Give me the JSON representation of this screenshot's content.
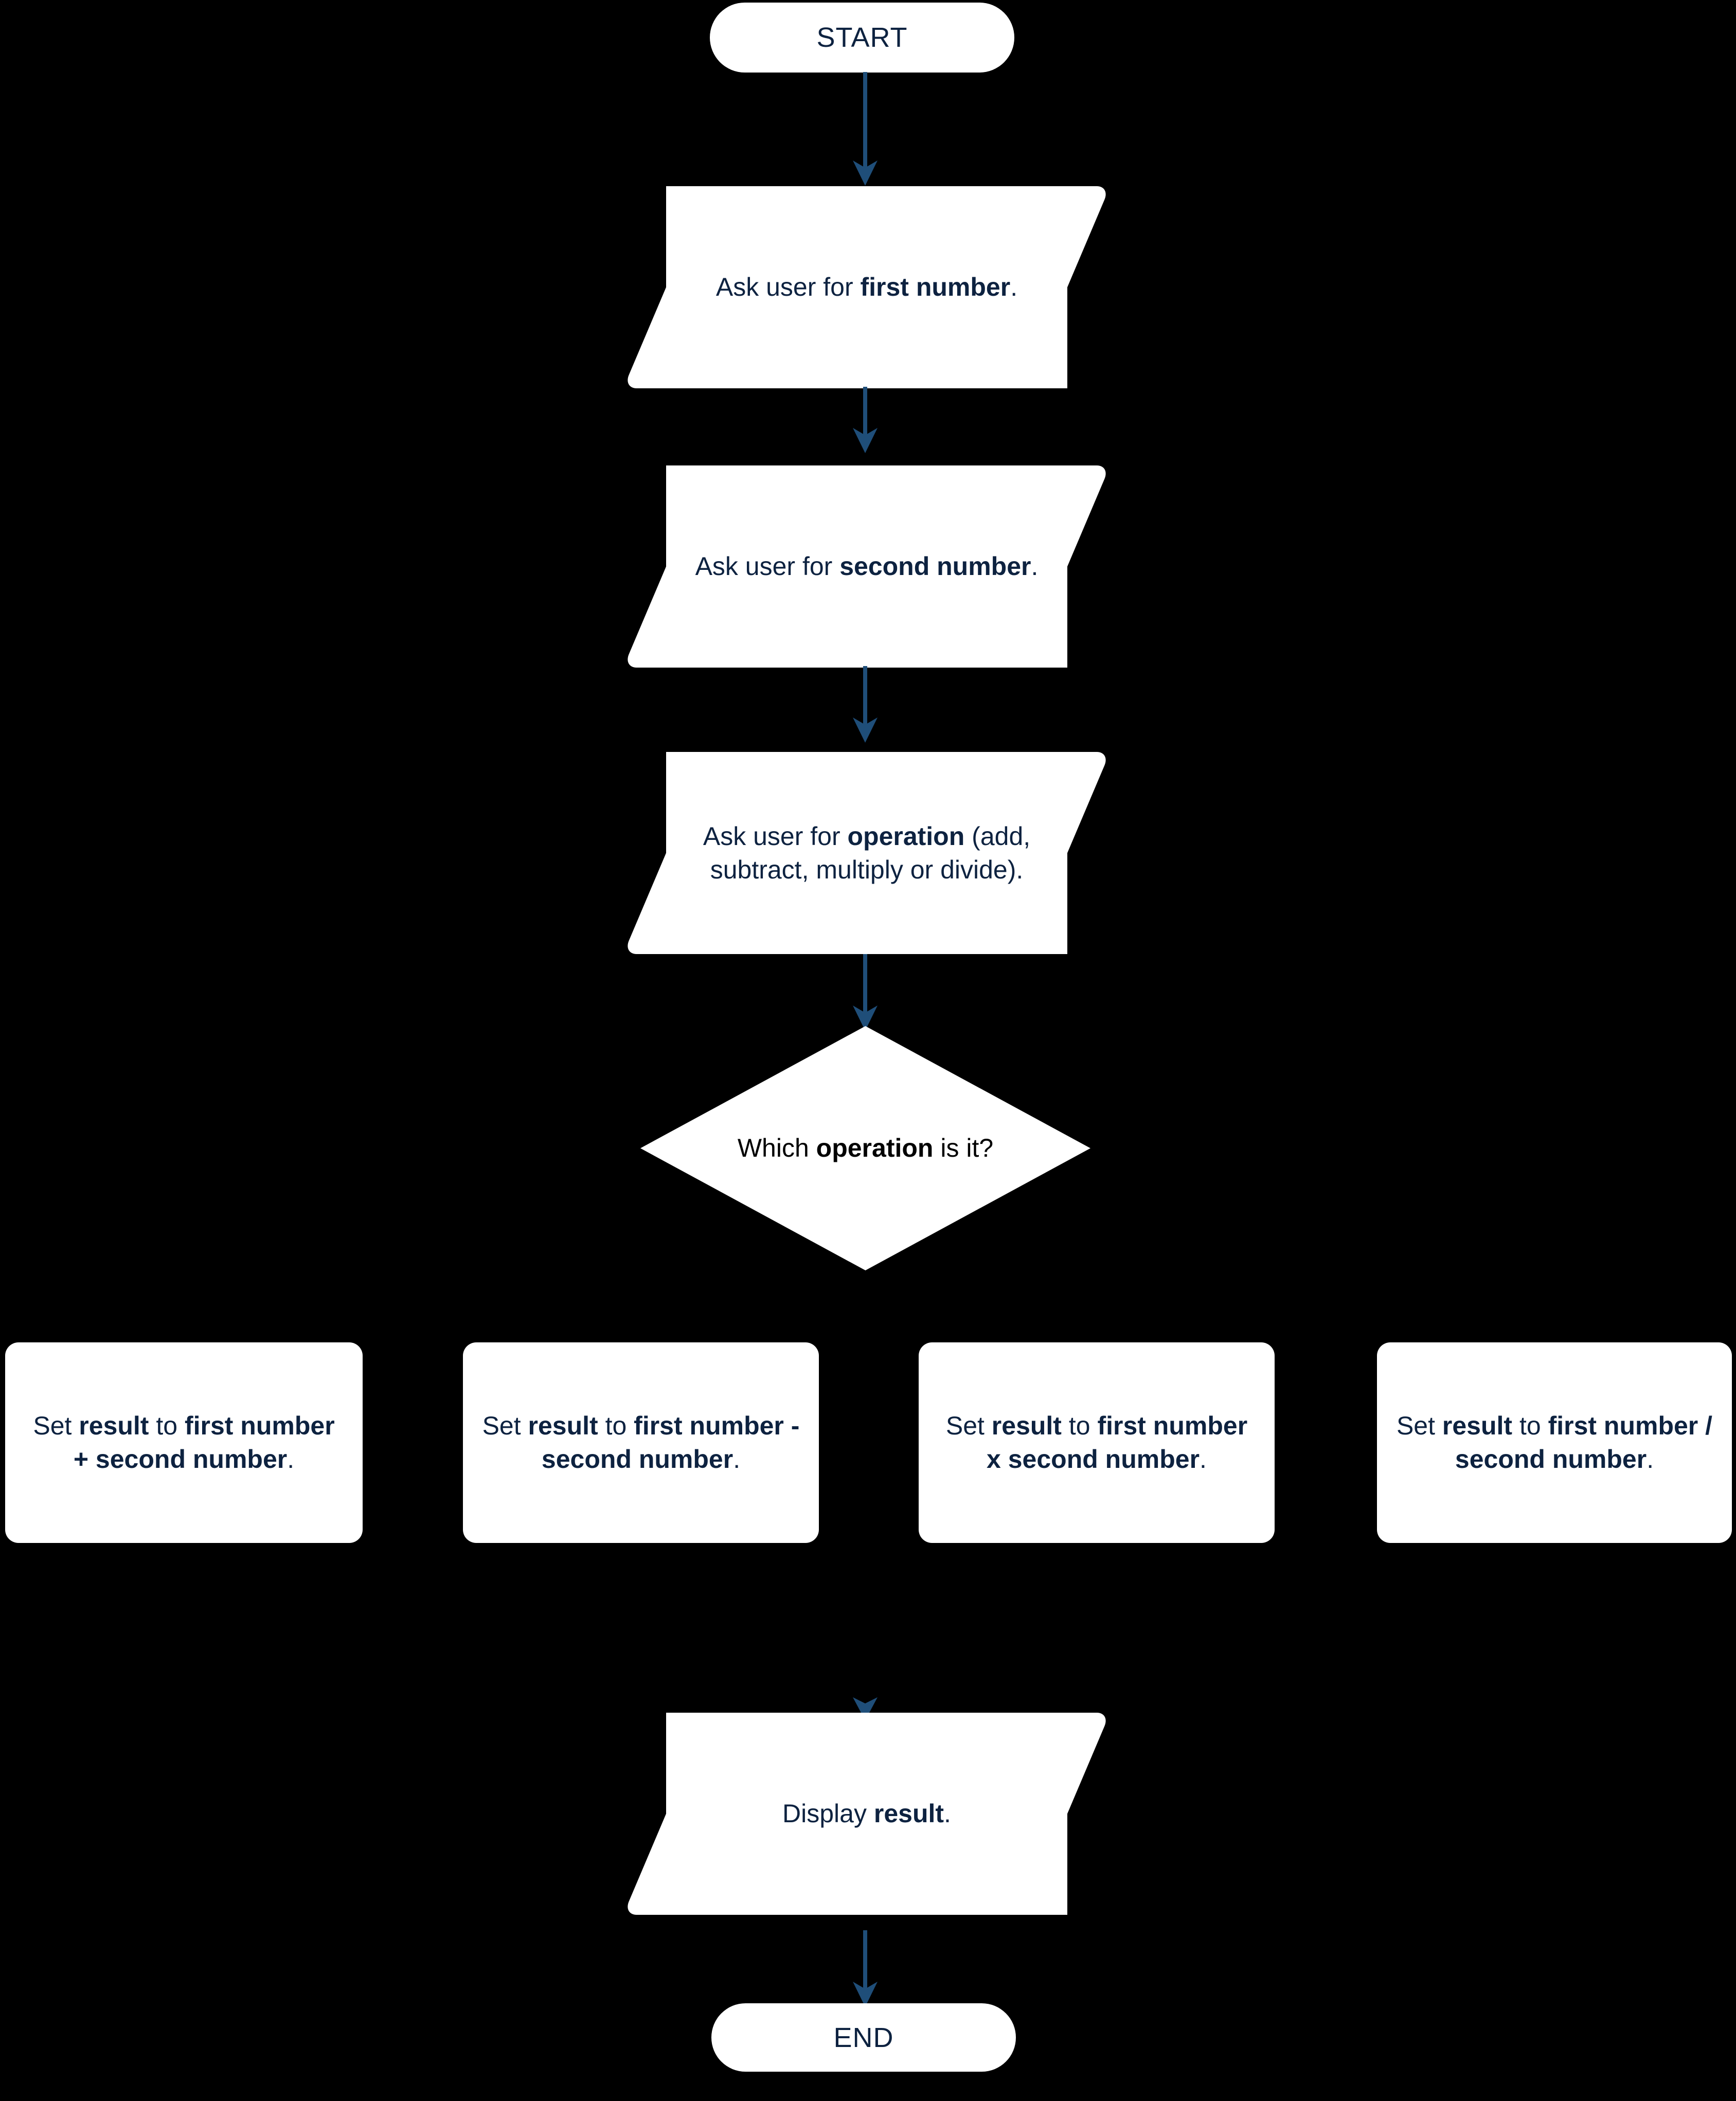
{
  "diagram": {
    "title": "Calculator program flowchart",
    "background_color": "#000000",
    "shape_fill": "#ffffff",
    "text_color": "#0d2240",
    "decision_text_color": "#000000",
    "connector_color": "#1f4e79"
  },
  "nodes": {
    "start": {
      "label": "START",
      "shape": "terminator"
    },
    "input_first": {
      "shape": "input-output",
      "segments": [
        {
          "text": "Ask user for ",
          "bold": false
        },
        {
          "text": "first number",
          "bold": true
        },
        {
          "text": ".",
          "bold": false
        }
      ],
      "plain": "Ask user for first number."
    },
    "input_second": {
      "shape": "input-output",
      "segments": [
        {
          "text": "Ask user for ",
          "bold": false
        },
        {
          "text": "second number",
          "bold": true
        },
        {
          "text": ".",
          "bold": false
        }
      ],
      "plain": "Ask user for second number."
    },
    "input_operation": {
      "shape": "input-output",
      "segments": [
        {
          "text": "Ask user for ",
          "bold": false
        },
        {
          "text": "operation",
          "bold": true
        },
        {
          "text": " (add, subtract, multiply or divide).",
          "bold": false
        }
      ],
      "plain": "Ask user for operation (add, subtract, multiply or divide)."
    },
    "decision": {
      "shape": "decision",
      "segments": [
        {
          "text": "Which ",
          "bold": false
        },
        {
          "text": "operation",
          "bold": true
        },
        {
          "text": " is it?",
          "bold": false
        }
      ],
      "plain": "Which operation is it?"
    },
    "process_add": {
      "shape": "process",
      "segments": [
        {
          "text": "Set ",
          "bold": false
        },
        {
          "text": "result",
          "bold": true
        },
        {
          "text": " to ",
          "bold": false
        },
        {
          "text": "first number + second number",
          "bold": true
        },
        {
          "text": ".",
          "bold": false
        }
      ],
      "plain": "Set result to first number + second number."
    },
    "process_subtract": {
      "shape": "process",
      "segments": [
        {
          "text": "Set ",
          "bold": false
        },
        {
          "text": "result",
          "bold": true
        },
        {
          "text": " to ",
          "bold": false
        },
        {
          "text": "first number - second number",
          "bold": true
        },
        {
          "text": ".",
          "bold": false
        }
      ],
      "plain": "Set result to first number - second number."
    },
    "process_multiply": {
      "shape": "process",
      "segments": [
        {
          "text": "Set ",
          "bold": false
        },
        {
          "text": "result",
          "bold": true
        },
        {
          "text": " to ",
          "bold": false
        },
        {
          "text": "first number x second number",
          "bold": true
        },
        {
          "text": ".",
          "bold": false
        }
      ],
      "plain": "Set result to first number x second number."
    },
    "process_divide": {
      "shape": "process",
      "segments": [
        {
          "text": "Set ",
          "bold": false
        },
        {
          "text": "result",
          "bold": true
        },
        {
          "text": " to ",
          "bold": false
        },
        {
          "text": "first number / second number",
          "bold": true
        },
        {
          "text": ".",
          "bold": false
        }
      ],
      "plain": "Set result to first number / second number."
    },
    "output_result": {
      "shape": "input-output",
      "segments": [
        {
          "text": "Display ",
          "bold": false
        },
        {
          "text": "result",
          "bold": true
        },
        {
          "text": ".",
          "bold": false
        }
      ],
      "plain": "Display result."
    },
    "end": {
      "label": "END",
      "shape": "terminator"
    }
  },
  "connectors": [
    {
      "from": "start",
      "to": "input_first"
    },
    {
      "from": "input_first",
      "to": "input_second"
    },
    {
      "from": "input_second",
      "to": "input_operation"
    },
    {
      "from": "input_operation",
      "to": "decision"
    },
    {
      "from": "output_result",
      "to": "end"
    }
  ]
}
